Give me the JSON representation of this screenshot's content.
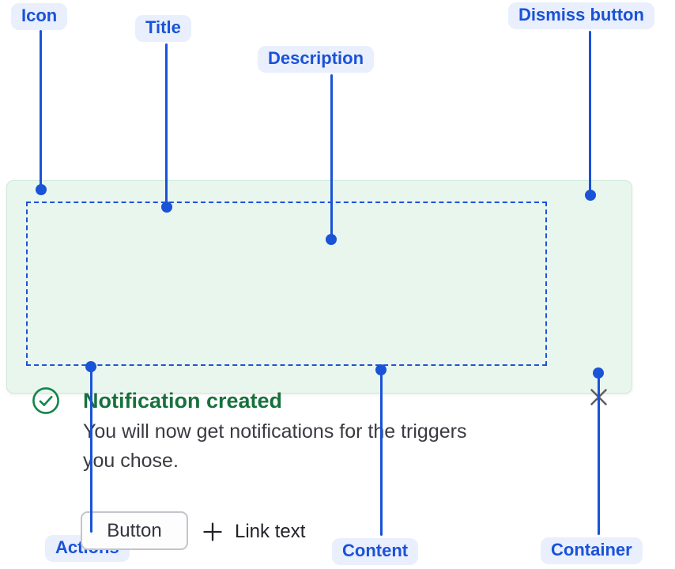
{
  "callouts": {
    "icon": "Icon",
    "title": "Title",
    "description": "Description",
    "dismiss": "Dismiss button",
    "actions": "Actions",
    "content": "Content",
    "container": "Container"
  },
  "flag": {
    "title": "Notification created",
    "description": "You will now get notifications for the triggers\nyou chose.",
    "button_label": "Button",
    "link_text": "Link text",
    "icons": {
      "status": "check-circle-icon",
      "link": "plus-icon",
      "dismiss": "close-icon"
    }
  },
  "colors": {
    "callout_blue": "#1a52d8",
    "callout_pill_bg": "#e9effc",
    "content_outline_blue": "#1f51d9",
    "card_background": "#e9f6ee",
    "card_border": "#cfe9da",
    "success_icon_green": "#12854a",
    "title_green": "#17713c",
    "body_text": "#3a3a41",
    "dismiss_gray": "#5e5d66",
    "button_border": "#c4c4ca"
  }
}
